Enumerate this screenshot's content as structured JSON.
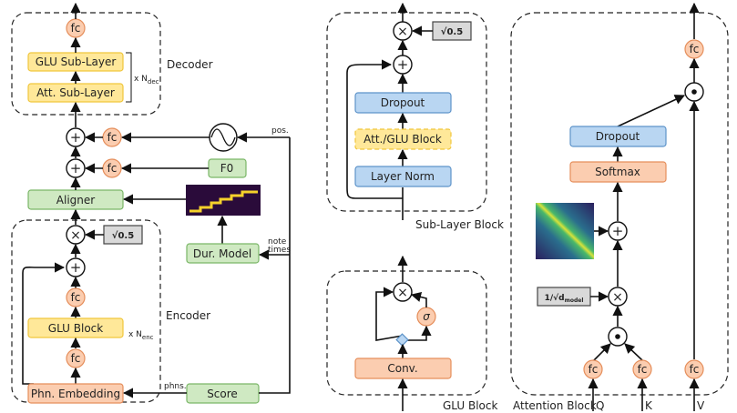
{
  "left": {
    "fc_label": "fc",
    "decoder": {
      "title": "Decoder",
      "glu": "GLU Sub-Layer",
      "att": "Att. Sub-Layer",
      "repeat_prefix": "x N",
      "repeat_sub": "dec"
    },
    "pos_label": "pos.",
    "f0": "F0",
    "aligner": "Aligner",
    "dur_model": "Dur. Model",
    "note_times_1": "note",
    "note_times_2": "times",
    "encoder": {
      "title": "Encoder",
      "glu_block": "GLU Block",
      "repeat_prefix": "x N",
      "repeat_sub": "enc",
      "scale": "√0.5"
    },
    "phn_embedding": "Phn. Embedding",
    "phns_label": "phns.",
    "score": "Score"
  },
  "sublayer": {
    "title": "Sub-Layer Block",
    "scale": "√0.5",
    "dropout": "Dropout",
    "att_glu": "Att./GLU Block",
    "layer_norm": "Layer Norm"
  },
  "glu": {
    "title": "GLU Block",
    "conv": "Conv.",
    "sigma": "σ"
  },
  "attention": {
    "title": "Attention Block",
    "dropout": "Dropout",
    "softmax": "Softmax",
    "fc": "fc",
    "scale": "1/√d",
    "scale_sub": "model",
    "q": "Q",
    "k": "K",
    "v": "V"
  },
  "colors": {
    "yellow": "#ffe899",
    "green": "#cfe9c2",
    "blue": "#b9d6f2",
    "orange": "#fbcdb0"
  }
}
